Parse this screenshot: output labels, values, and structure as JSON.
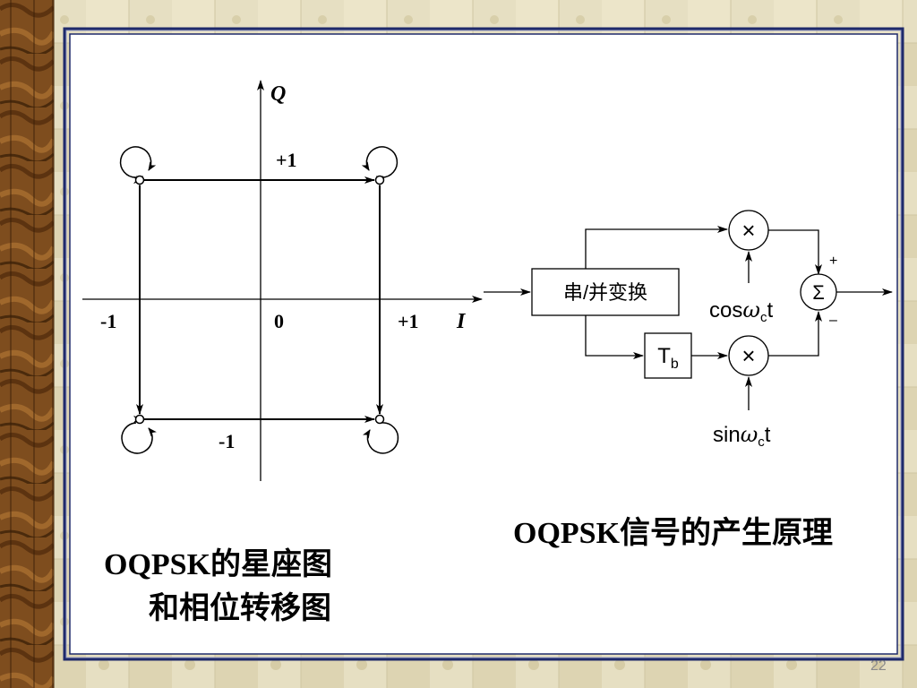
{
  "constellation": {
    "axis_q": "Q",
    "axis_i": "I",
    "label_top": "+1",
    "label_bottom": "-1",
    "label_left": "-1",
    "label_origin": "0",
    "label_right": "+1"
  },
  "modulator": {
    "sp_converter": "串/并变换",
    "delay": "T",
    "delay_sub": "b",
    "multiplier_symbol": "×",
    "sum_symbol": "Σ",
    "plus": "+",
    "minus": "–",
    "carrier_cos_prefix": "cos",
    "carrier_sin_prefix": "sin",
    "omega": "ω",
    "carrier_sub": "c",
    "carrier_t": "t"
  },
  "captions": {
    "constellation_line1": "OQPSK的星座图",
    "constellation_line2": "和相位转移图",
    "modulator": "OQPSK信号的产生原理"
  },
  "page_number": "22",
  "colors": {
    "background": "#e6dfc2",
    "slide_frame": "#1f2a6b",
    "left_strip": "#7a4a1c"
  }
}
